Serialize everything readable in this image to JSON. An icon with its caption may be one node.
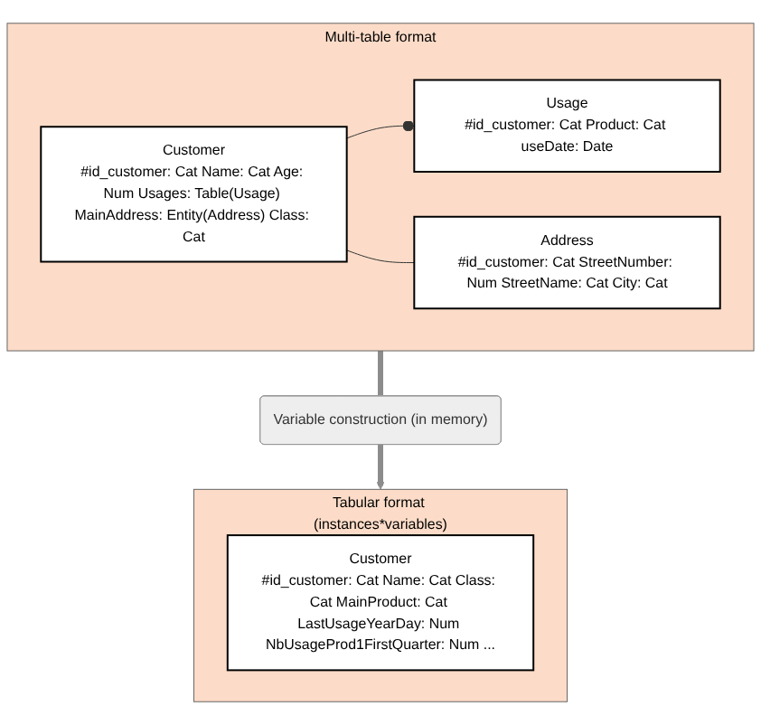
{
  "diagram": {
    "nodes": [
      {
        "text": [
          "Multi-table format"
        ]
      },
      {
        "text": [
          "Customer",
          "#id_customer: Cat Name: Cat Age: Num Usages: Table(Usage) MainAddress: Entity(Address) Class: Cat"
        ],
        "in": 0
      },
      {
        "text": [
          "Usage",
          "#id_customer: Cat Product: Cat useDate: Date"
        ],
        "in": 0
      },
      {
        "text": [
          "Address",
          "#id_customer: Cat StreetNumber: Num StreetName: Cat City: Cat"
        ],
        "in": 0
      },
      {
        "text": [
          "Variable construction (in memory)"
        ]
      },
      {
        "text": [
          "Tabular format",
          "(instances*variables)"
        ]
      },
      {
        "text": [
          "Customer",
          "#id_customer: Cat Name: Cat Class: Cat MainProduct: Cat LastUsageYearDay: Num NbUsageProd1FirstQuarter: Num ..."
        ],
        "in": 5
      }
    ],
    "edges": [
      {
        "from": 1,
        "to": 2,
        "arrow": "other"
      },
      {
        "from": 1,
        "to": 3,
        "arrow": "none"
      },
      {
        "from": 0,
        "to": 4,
        "arrow": "none",
        "style": "thick",
        "color": "#8c8c8c"
      },
      {
        "from": 4,
        "to": 5,
        "arrow": "to",
        "style": "thick",
        "color": "#8c8c8c"
      }
    ]
  }
}
